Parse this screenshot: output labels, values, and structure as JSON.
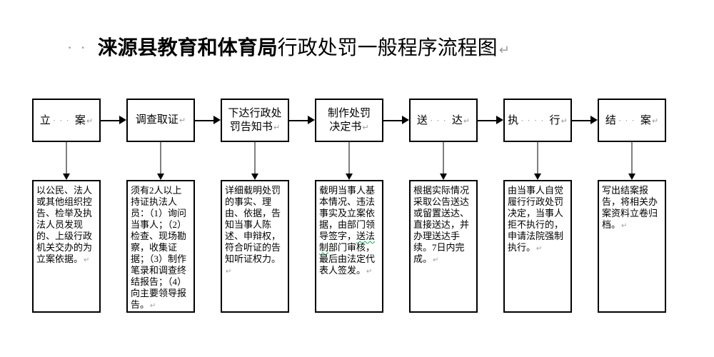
{
  "title": {
    "space_marks": "··",
    "part_bold": "涞源县教育和体育局",
    "part_regular": "行政处罚一般程序流程图"
  },
  "marks": {
    "paragraph_return": "↵",
    "space_dot": "·"
  },
  "colors": {
    "border": "#000000",
    "formatting_mark_gray": "#9b9b9b",
    "vertical_arrow_gray": "#808080",
    "grammar_squiggle_green": "#00b050"
  },
  "steps": [
    {
      "name": "li-an",
      "label_lines": [
        [
          {
            "text": "立"
          },
          {
            "text": "···",
            "mark": true
          },
          {
            "text": "案"
          }
        ]
      ],
      "detail": [
        {
          "text": "以公民、法人或其他组织控告、检举及执法人员发现的、上级行政机关交办的为立案依据。"
        }
      ]
    },
    {
      "name": "diaocha-quzheng",
      "label_lines": [
        [
          {
            "text": "调查取证"
          }
        ]
      ],
      "detail": [
        {
          "text": "须有2人以上持证执法人员：（1）询问当事人；（2）检查、现场勘察，收集证据；（3）制作笔录和调查终结报告；（4）向主要领导报告。"
        }
      ]
    },
    {
      "name": "xiada-gaozhishu",
      "label_lines": [
        [
          {
            "text": "下达行政处"
          }
        ],
        [
          {
            "text": "罚告知书"
          }
        ]
      ],
      "detail": [
        {
          "text": "详细载明处罚的事实、理由、依据，告知当事人陈述、申辩权，符合听证的告知听证权力。"
        }
      ]
    },
    {
      "name": "zhizuo-juedingshu",
      "label_lines": [
        [
          {
            "text": "制作处罚"
          }
        ],
        [
          {
            "text": "决定书"
          }
        ]
      ],
      "detail": [
        {
          "text": "载明当事人基本情况、违法事实及立案依据，由部门领导签字，"
        },
        {
          "text": "送法制",
          "squiggle": true
        },
        {
          "text": "部门审核，最后由法定代表人签发。"
        }
      ]
    },
    {
      "name": "songda",
      "label_lines": [
        [
          {
            "text": "送"
          },
          {
            "text": "···",
            "mark": true
          },
          {
            "text": "达"
          }
        ]
      ],
      "detail": [
        {
          "text": "根据实际情况采取公告送达或留置送达、直接送达，并办理送达手续。7日内完成。"
        }
      ]
    },
    {
      "name": "zhixing",
      "label_lines": [
        [
          {
            "text": "执"
          },
          {
            "text": "····",
            "mark": true
          },
          {
            "text": "行"
          }
        ]
      ],
      "detail": [
        {
          "text": "由当事人自觉履行行政处罚决定，当事人拒不执行的，申请法院强制执行。"
        }
      ]
    },
    {
      "name": "jiean",
      "label_lines": [
        [
          {
            "text": "结"
          },
          {
            "text": "···",
            "mark": true
          },
          {
            "text": "案"
          }
        ]
      ],
      "detail": [
        {
          "text": "写出结案报告，将相关办案资料立卷归档。"
        }
      ]
    }
  ]
}
